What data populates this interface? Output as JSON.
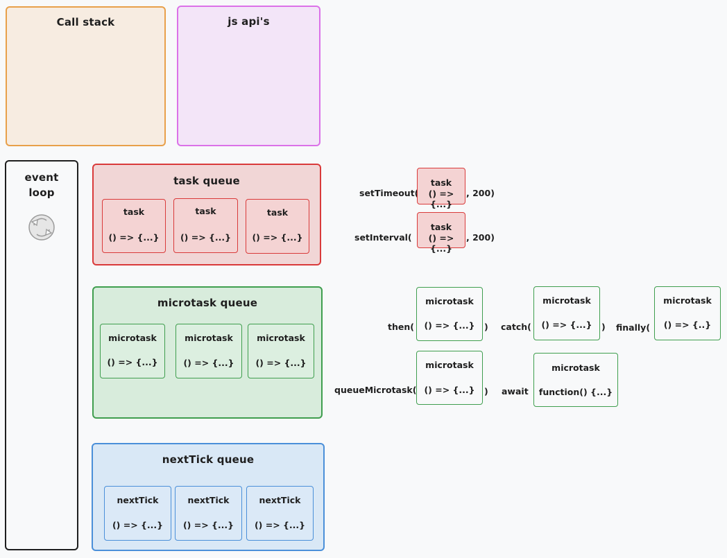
{
  "panels": {
    "call_stack": "Call stack",
    "js_apis": "js api's",
    "event_loop_line1": "event",
    "event_loop_line2": "loop",
    "task_queue": "task queue",
    "microtask_queue": "microtask queue",
    "nexttick_queue": "nextTick queue"
  },
  "task_queue_items": [
    {
      "label": "task",
      "code": "() => {...}"
    },
    {
      "label": "task",
      "code": "() => {...}"
    },
    {
      "label": "task",
      "code": "() => {...}"
    }
  ],
  "microtask_queue_items": [
    {
      "label": "microtask",
      "code": "() => {...}"
    },
    {
      "label": "microtask",
      "code": "() => {...}"
    },
    {
      "label": "microtask",
      "code": "() => {...}"
    }
  ],
  "nexttick_queue_items": [
    {
      "label": "nextTick",
      "code": "() => {...}"
    },
    {
      "label": "nextTick",
      "code": "() => {...}"
    },
    {
      "label": "nextTick",
      "code": "() => {...}"
    }
  ],
  "examples": {
    "set_timeout": {
      "prefix": "setTimeout(",
      "label": "task",
      "code": "() => {...}",
      "suffix": ", 200)"
    },
    "set_interval": {
      "prefix": "setInterval(",
      "label": "task",
      "code": "() => {...}",
      "suffix": ", 200)"
    },
    "then": {
      "prefix": "then(",
      "label": "microtask",
      "code": "() => {...}",
      "suffix": ")"
    },
    "catch": {
      "prefix": "catch(",
      "label": "microtask",
      "code": "() => {...}",
      "suffix": ")"
    },
    "finally": {
      "prefix": "finally(",
      "label": "microtask",
      "code": "() => {..}"
    },
    "queue_microtask": {
      "prefix": "queueMicrotask(",
      "label": "microtask",
      "code": "() => {...}",
      "suffix": ")"
    },
    "await": {
      "prefix": "await",
      "label": "microtask",
      "code": "function() {...}"
    }
  },
  "colors": {
    "call_stack": "#e8a04a",
    "js_apis": "#db71e8",
    "task": "#d93a3a",
    "microtask": "#3f9e4e",
    "nexttick": "#4a8fd9"
  },
  "icons": {
    "event_loop": "cycle-arrows-icon"
  }
}
